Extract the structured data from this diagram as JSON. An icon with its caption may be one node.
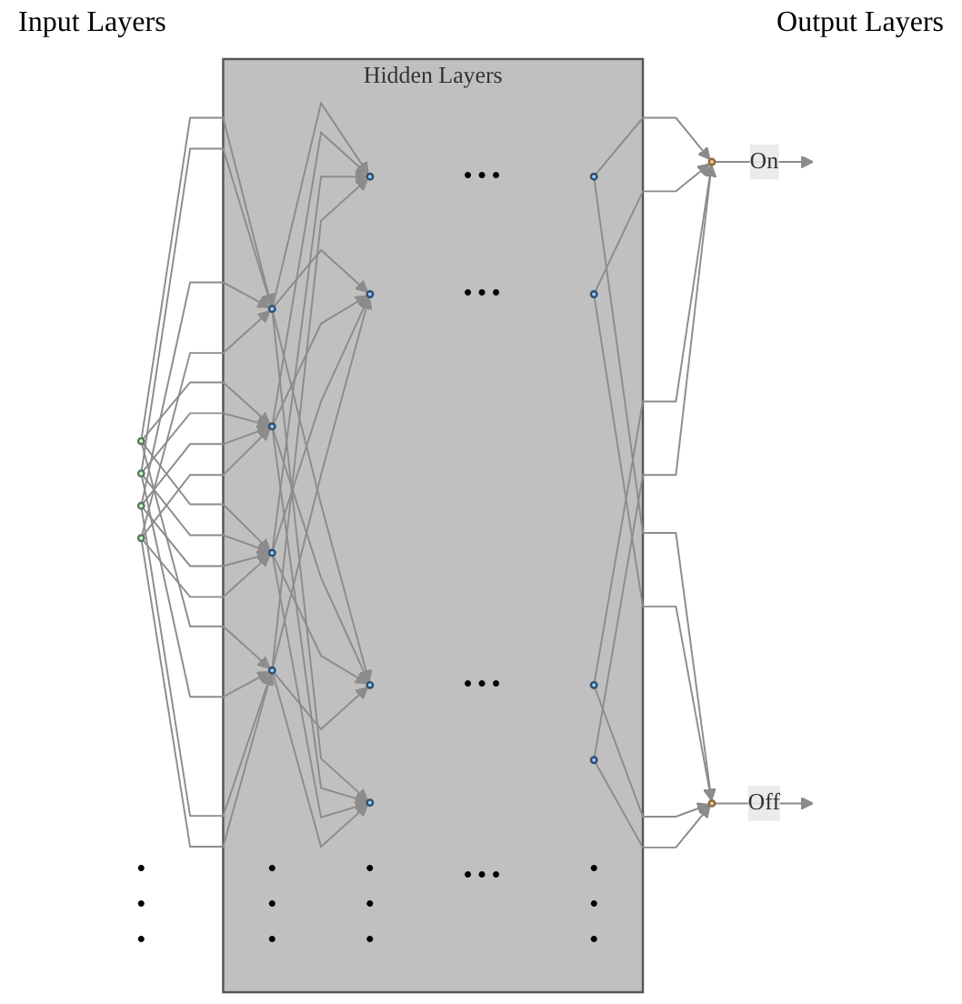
{
  "diagram": {
    "nodes": [
      {
        "text": [],
        "shape": "circle"
      },
      {
        "text": [],
        "shape": "circle"
      },
      {
        "text": [],
        "shape": "circle"
      },
      {
        "text": [],
        "shape": "circle"
      },
      {
        "text": [
          "Hidden Layers"
        ]
      },
      {
        "text": [],
        "shape": "circle",
        "in": 4
      },
      {
        "text": [],
        "shape": "circle",
        "in": 4
      },
      {
        "text": [],
        "shape": "circle",
        "in": 4
      },
      {
        "text": [],
        "shape": "circle",
        "in": 4
      },
      {
        "text": [],
        "shape": "circle",
        "in": 4
      },
      {
        "text": [],
        "shape": "circle",
        "in": 4
      },
      {
        "text": [],
        "shape": "circle",
        "in": 4
      },
      {
        "text": [],
        "shape": "circle",
        "in": 4
      },
      {
        "text": [],
        "shape": "circle",
        "in": 4
      },
      {
        "text": [],
        "shape": "circle",
        "in": 4
      },
      {
        "text": [],
        "shape": "circle",
        "in": 4
      },
      {
        "text": [],
        "shape": "circle",
        "in": 4
      },
      {
        "text": [],
        "shape": "circle"
      },
      {
        "text": [],
        "shape": "circle"
      }
    ],
    "edges": [
      {
        "from": 0,
        "to": 5,
        "arrow": "to"
      },
      {
        "from": 0,
        "to": 6,
        "arrow": "to"
      },
      {
        "from": 0,
        "to": 7,
        "arrow": "to"
      },
      {
        "from": 0,
        "to": 8,
        "arrow": "to"
      },
      {
        "from": 1,
        "to": 5,
        "arrow": "to"
      },
      {
        "from": 1,
        "to": 6,
        "arrow": "to"
      },
      {
        "from": 1,
        "to": 7,
        "arrow": "to"
      },
      {
        "from": 1,
        "to": 8,
        "arrow": "to"
      },
      {
        "from": 2,
        "to": 5,
        "arrow": "to"
      },
      {
        "from": 2,
        "to": 6,
        "arrow": "to"
      },
      {
        "from": 2,
        "to": 7,
        "arrow": "to"
      },
      {
        "from": 2,
        "to": 8,
        "arrow": "to"
      },
      {
        "from": 3,
        "to": 5,
        "arrow": "to"
      },
      {
        "from": 3,
        "to": 6,
        "arrow": "to"
      },
      {
        "from": 3,
        "to": 7,
        "arrow": "to"
      },
      {
        "from": 3,
        "to": 8,
        "arrow": "to"
      },
      {
        "from": 5,
        "to": 9,
        "arrow": "to"
      },
      {
        "from": 5,
        "to": 10,
        "arrow": "to"
      },
      {
        "from": 5,
        "to": 11,
        "arrow": "to"
      },
      {
        "from": 5,
        "to": 12,
        "arrow": "to"
      },
      {
        "from": 6,
        "to": 9,
        "arrow": "to"
      },
      {
        "from": 6,
        "to": 10,
        "arrow": "to"
      },
      {
        "from": 6,
        "to": 11,
        "arrow": "to"
      },
      {
        "from": 6,
        "to": 12,
        "arrow": "to"
      },
      {
        "from": 7,
        "to": 9,
        "arrow": "to"
      },
      {
        "from": 7,
        "to": 10,
        "arrow": "to"
      },
      {
        "from": 7,
        "to": 11,
        "arrow": "to"
      },
      {
        "from": 7,
        "to": 12,
        "arrow": "to"
      },
      {
        "from": 8,
        "to": 9,
        "arrow": "to"
      },
      {
        "from": 8,
        "to": 10,
        "arrow": "to"
      },
      {
        "from": 8,
        "to": 11,
        "arrow": "to"
      },
      {
        "from": 8,
        "to": 12,
        "arrow": "to"
      },
      {
        "from": 13,
        "to": 17,
        "arrow": "to"
      },
      {
        "from": 13,
        "to": 18,
        "arrow": "to"
      },
      {
        "from": 14,
        "to": 17,
        "arrow": "to"
      },
      {
        "from": 14,
        "to": 18,
        "arrow": "to"
      },
      {
        "from": 15,
        "to": 17,
        "arrow": "to"
      },
      {
        "from": 15,
        "to": 18,
        "arrow": "to"
      },
      {
        "from": 16,
        "to": 17,
        "arrow": "to"
      },
      {
        "from": 16,
        "to": 18,
        "arrow": "to"
      },
      {
        "from": 17,
        "to": null,
        "arrow": "to",
        "label": "On"
      },
      {
        "from": 18,
        "to": null,
        "arrow": "to",
        "label": "Off"
      }
    ],
    "labels": [
      "Input Layers",
      "Output Layers",
      "• • •",
      "• • •",
      "• • •",
      "• • •",
      "• • •",
      "• • •",
      "• • •",
      "• • •"
    ]
  }
}
